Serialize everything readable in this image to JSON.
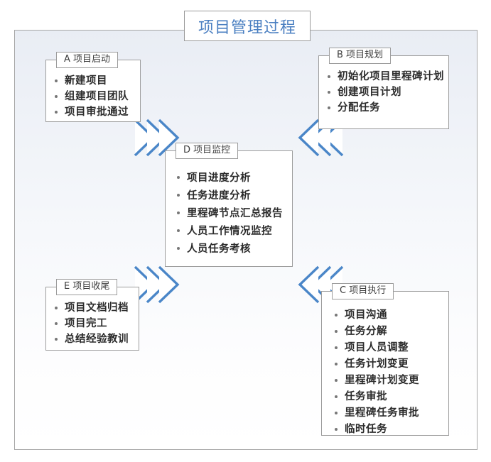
{
  "diagram": {
    "title": "项目管理过程",
    "title_color": "#4a7fc1",
    "accent_color": "#4a86c8",
    "frame_border_color": "#a6a6a6",
    "box_border_color": "#9c9c9c",
    "boxes": [
      {
        "key": "a",
        "label": "A  项目启动",
        "items": [
          "新建项目",
          "组建项目团队",
          "项目审批通过"
        ]
      },
      {
        "key": "b",
        "label": "B  项目规划",
        "items": [
          "初始化项目里程碑计划",
          "创建项目计划",
          "分配任务"
        ]
      },
      {
        "key": "d",
        "label": "D  项目监控",
        "items": [
          "项目进度分析",
          "任务进度分析",
          "里程碑节点汇总报告",
          "人员工作情况监控",
          "人员任务考核"
        ]
      },
      {
        "key": "e",
        "label": "E  项目收尾",
        "items": [
          "项目文档归档",
          "项目完工",
          "总结经验教训"
        ]
      },
      {
        "key": "c",
        "label": "C  项目执行",
        "items": [
          "项目沟通",
          "任务分解",
          "项目人员调整",
          "任务计划变更",
          "里程碑计划变更",
          "任务审批",
          "里程碑任务审批",
          "临时任务"
        ]
      }
    ],
    "arrows": [
      {
        "key": "a-to-d",
        "from": "A",
        "to": "D",
        "direction": "down-right",
        "icon": "chevron-arrow-icon"
      },
      {
        "key": "b-to-d",
        "from": "B",
        "to": "D",
        "direction": "down-left",
        "icon": "chevron-arrow-icon"
      },
      {
        "key": "d-to-e",
        "from": "D",
        "to": "E",
        "direction": "up-right",
        "icon": "chevron-arrow-icon"
      },
      {
        "key": "d-to-c",
        "from": "D",
        "to": "C",
        "direction": "up-left",
        "icon": "chevron-arrow-icon"
      }
    ]
  }
}
